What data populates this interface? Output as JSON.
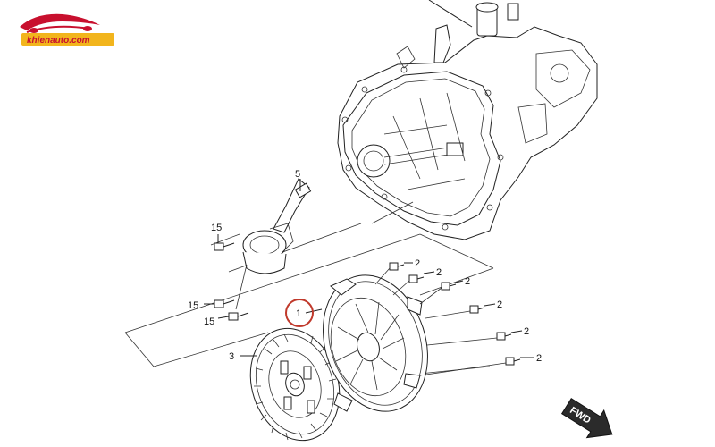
{
  "logo": {
    "text": "khienauto.com",
    "color": "#c8102e"
  },
  "fwd_arrow": {
    "text": "FWD"
  },
  "callouts": {
    "pressure_plate": "1",
    "disc": "3",
    "hose": "5",
    "bolt_top": "15",
    "bolt_mid": "15",
    "bolt_low": "15",
    "b1": "2",
    "b2": "2",
    "b3": "2",
    "b4": "2",
    "b5": "2",
    "b6": "2"
  },
  "highlight": {
    "target": "1",
    "color": "#c0392b"
  }
}
